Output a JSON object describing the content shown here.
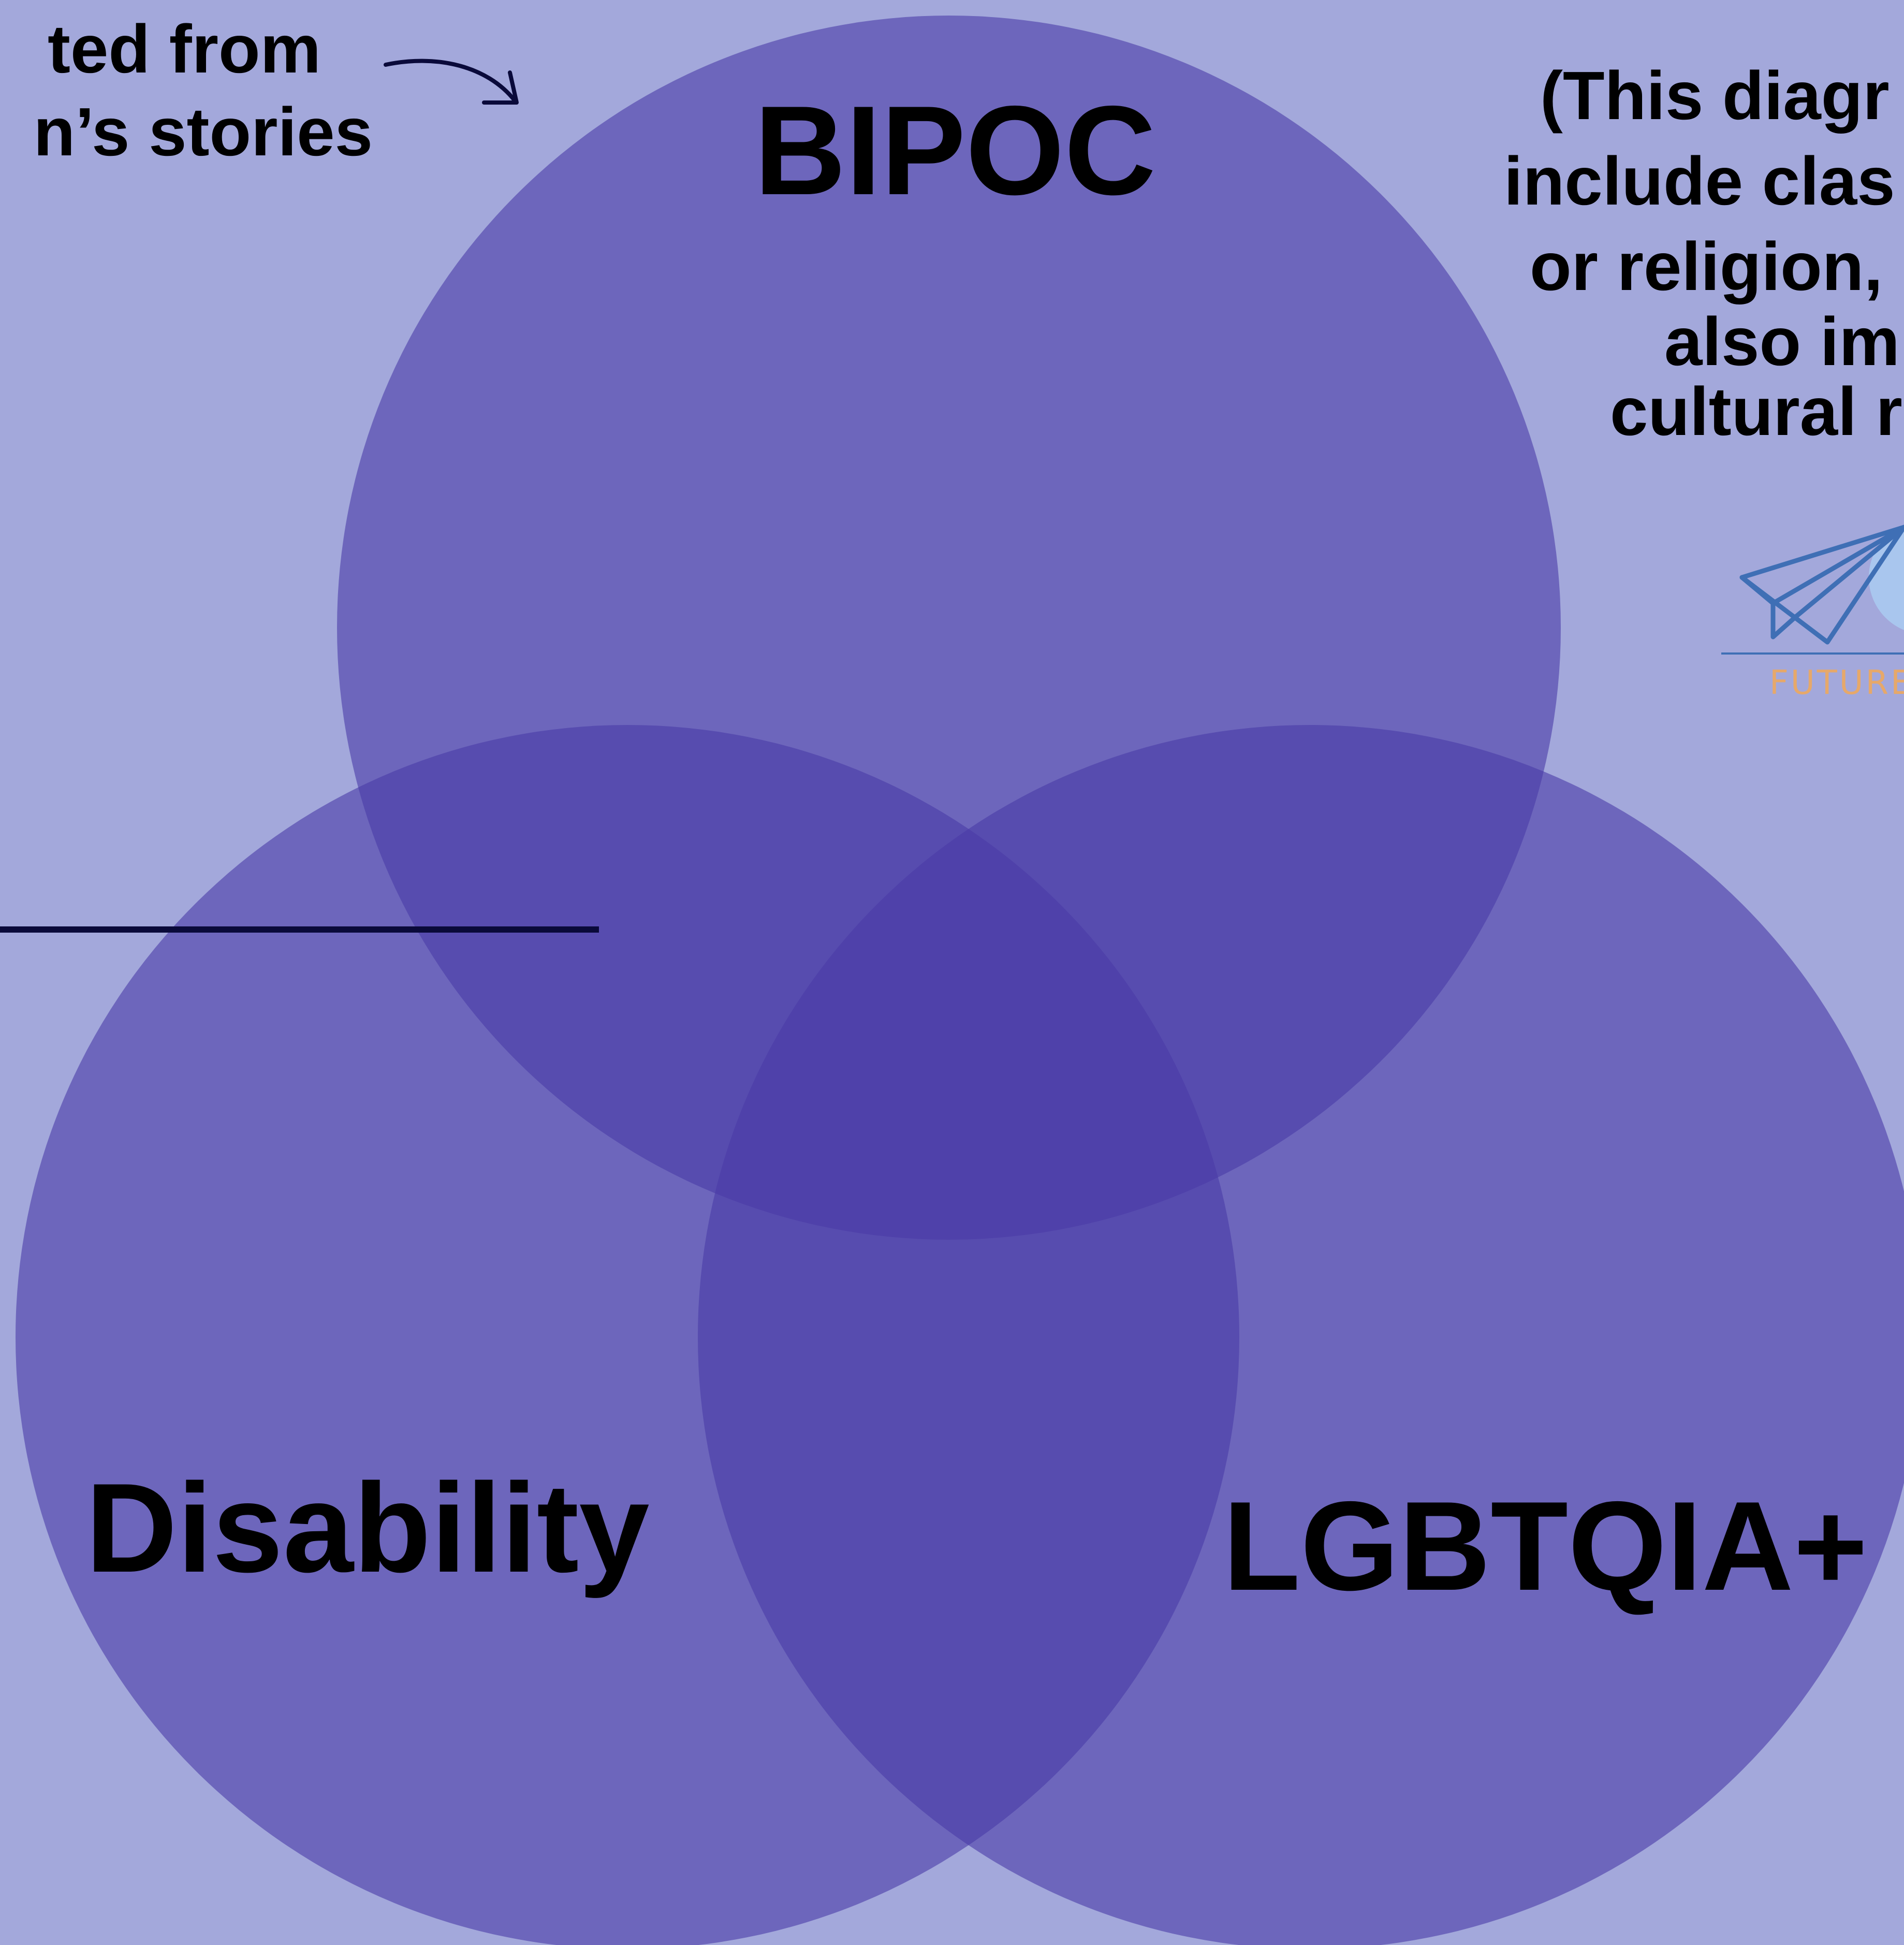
{
  "colors": {
    "background": "#a3a8db",
    "circle_fill": "#4a3aa6",
    "text": "#000000",
    "line": "#0a0a3a",
    "logo_blue": "#3f6fb5",
    "logo_orange": "#e6a86a",
    "logo_circle": "#a9c6ee"
  },
  "top_left_note": {
    "line1": "ted from",
    "line2": "n’s stories"
  },
  "right_note": {
    "lines": [
      "(This diagr",
      "include clas",
      "or religion,",
      "also im",
      "cultural r"
    ]
  },
  "venn": {
    "sets": [
      {
        "id": "bipoc",
        "label": "BIPOC"
      },
      {
        "id": "disability",
        "label": "Disability"
      },
      {
        "id": "lgbtqia",
        "label": "LGBTQIA+"
      }
    ]
  },
  "logo": {
    "icon": "paper-plane-icon",
    "text": "FUTURE"
  }
}
